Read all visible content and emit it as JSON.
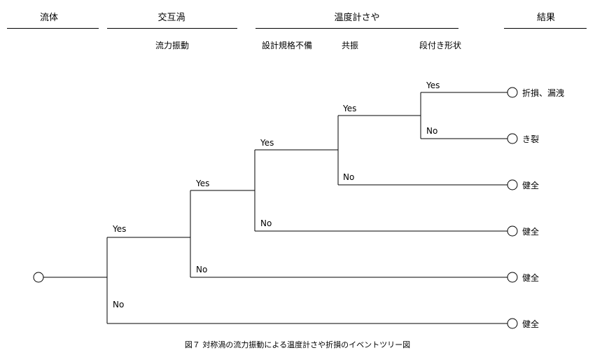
{
  "headers": {
    "fluid": "流体",
    "vortex": "交互渦",
    "thermowell": "温度計さや",
    "result": "結果"
  },
  "subheaders": {
    "flow_vibration": "流力振動",
    "design_standard": "設計規格不備",
    "resonance": "共振",
    "stepped_shape": "段付き形状"
  },
  "branches": {
    "yes": "Yes",
    "no": "No"
  },
  "outcomes": {
    "o1": "折損、漏洩",
    "o2": "き裂",
    "o3": "健全",
    "o4": "健全",
    "o5": "健全",
    "o6": "健全"
  },
  "caption": "図７ 対称渦の流力振動による温度計さや折損のイベントツリー図",
  "colors": {
    "line": "#000000",
    "background": "#ffffff"
  }
}
